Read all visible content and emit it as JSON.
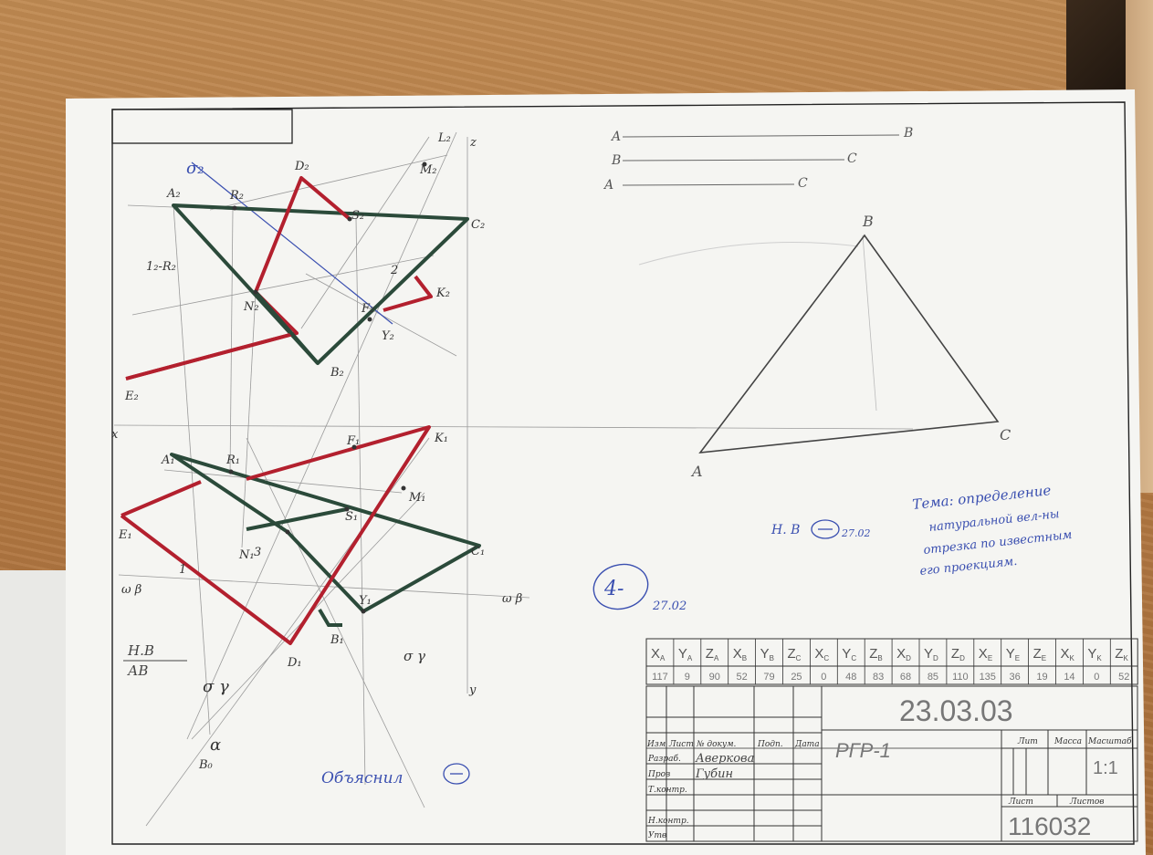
{
  "segments": [
    {
      "start": "A",
      "end": "B"
    },
    {
      "start": "B",
      "end": "C"
    },
    {
      "start": "A",
      "end": "C"
    }
  ],
  "triangle": {
    "a": "A",
    "b": "B",
    "c": "C"
  },
  "projection_labels": {
    "A2": "A₂",
    "C2": "C₂",
    "D2": "D₂",
    "E2": "E₂",
    "B2": "B₂",
    "K2": "K₂",
    "M2": "M₂",
    "N2": "N₂",
    "F2": "F₂",
    "Y2": "Y₂",
    "R2": "R₂",
    "S2": "S₂",
    "L2": "L₂",
    "A1": "A₁",
    "C1": "C₁",
    "D1": "D₁",
    "E1": "E₁",
    "B1": "B₁",
    "K1": "K₁",
    "M1": "M₁",
    "N1": "N₁",
    "F1": "F₁",
    "Y1": "Y₁",
    "R1": "R₁",
    "S1": "S₁",
    "z": "z",
    "y": "y",
    "x": "x",
    "B0": "B₀",
    "l12": "1₂-R₂",
    "one": "1",
    "two": "2",
    "three": "3",
    "alpha": "α",
    "gamma1": "σ γ",
    "gamma2": "σ γ",
    "omega1": "ω β",
    "omega2": "ω β",
    "sigma": "σ₂"
  },
  "hv_note": {
    "line1": "Н.В",
    "line2": "АВ"
  },
  "annotations": {
    "topic": [
      "Тема: определение",
      "натуральной вел-ны",
      "отрезка по известным",
      "его проекциям."
    ],
    "hv_grade": "Н. В",
    "hv_date": "27.02",
    "grade": "4-",
    "grade_date": "27.02",
    "explain": "Объяснил"
  },
  "table": {
    "headers": [
      "X_A",
      "Y_A",
      "Z_A",
      "X_B",
      "Y_B",
      "Z_C",
      "X_C",
      "Y_C",
      "Z_B",
      "X_D",
      "Y_D",
      "Z_D",
      "X_E",
      "Y_E",
      "Z_E",
      "X_K",
      "Y_K",
      "Z_K"
    ],
    "values": [
      "117",
      "9",
      "90",
      "52",
      "79",
      "25",
      "0",
      "48",
      "83",
      "68",
      "85",
      "110",
      "135",
      "36",
      "19",
      "14",
      "0",
      "52"
    ]
  },
  "title_block": {
    "doc_number": "23.03.03",
    "name": "РГР-1",
    "col_izm": "Изм",
    "col_list": "Лист",
    "col_doc": "№ докум.",
    "col_sign": "Подп.",
    "col_date": "Дата",
    "row_razrab": "Разраб.",
    "row_prov": "Пров",
    "row_tkontr": "Т.контр.",
    "row_nkontr": "Н.контр.",
    "row_utv": "Утв",
    "developer": "Аверкова",
    "checker": "Губин",
    "lit": "Лит",
    "massa": "Масса",
    "masshtab": "Масштаб",
    "scale": "1:1",
    "sheet": "Лист",
    "sheets": "Листов",
    "group": "116032"
  },
  "colors": {
    "red": "#b3202e",
    "green": "#2b4a3a",
    "blue": "#3a4fb0",
    "pencil": "#8a8a8a"
  }
}
